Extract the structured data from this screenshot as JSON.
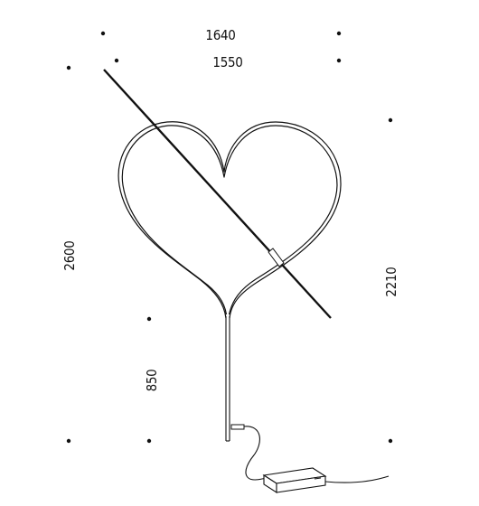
{
  "dimensions": {
    "top_outer": "1640",
    "top_inner": "1550",
    "left_height": "2600",
    "right_height": "2210",
    "stem_height": "850"
  },
  "colors": {
    "line": "#111111",
    "background": "#ffffff"
  }
}
